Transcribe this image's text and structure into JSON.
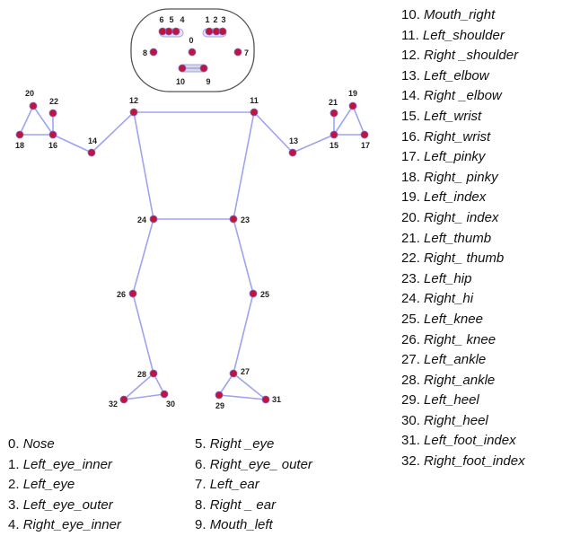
{
  "colors": {
    "line": "#9ea3f2",
    "joint": "#c0143a",
    "face_outline": "#555555"
  },
  "landmarks": [
    {
      "id": "0",
      "name": "Nose"
    },
    {
      "id": "1",
      "name": "Left_eye_inner"
    },
    {
      "id": "2",
      "name": "Left_eye"
    },
    {
      "id": "3",
      "name": "Left_eye_outer"
    },
    {
      "id": "4",
      "name": "Right_eye_inner"
    },
    {
      "id": "5",
      "name": "Right _eye"
    },
    {
      "id": "6",
      "name": "Right_eye_ outer"
    },
    {
      "id": "7",
      "name": "Left_ear"
    },
    {
      "id": "8",
      "name": "Right _ ear"
    },
    {
      "id": "9",
      "name": "Mouth_left"
    },
    {
      "id": "10",
      "name": "Mouth_right"
    },
    {
      "id": "11",
      "name": "Left_shoulder"
    },
    {
      "id": "12",
      "name": "Right _shoulder"
    },
    {
      "id": "13",
      "name": "Left_elbow"
    },
    {
      "id": "14",
      "name": "Right _elbow"
    },
    {
      "id": "15",
      "name": "Left_wrist"
    },
    {
      "id": "16",
      "name": "Right_wrist"
    },
    {
      "id": "17",
      "name": "Left_pinky"
    },
    {
      "id": "18",
      "name": "Right_ pinky"
    },
    {
      "id": "19",
      "name": "Left_index"
    },
    {
      "id": "20",
      "name": "Right_ index"
    },
    {
      "id": "21",
      "name": "Left_thumb"
    },
    {
      "id": "22",
      "name": "Right_ thumb"
    },
    {
      "id": "23",
      "name": "Left_hip"
    },
    {
      "id": "24",
      "name": "Right_hi"
    },
    {
      "id": "25",
      "name": "Left_knee"
    },
    {
      "id": "26",
      "name": "Right_ knee"
    },
    {
      "id": "27",
      "name": "Left_ankle"
    },
    {
      "id": "28",
      "name": "Right_ankle"
    },
    {
      "id": "29",
      "name": "Left_heel"
    },
    {
      "id": "30",
      "name": "Right_heel"
    },
    {
      "id": "31",
      "name": "Left_foot_index"
    },
    {
      "id": "32",
      "name": "Right_foot_index"
    }
  ],
  "connections": [
    [
      11,
      12
    ],
    [
      11,
      13
    ],
    [
      13,
      15
    ],
    [
      15,
      17
    ],
    [
      15,
      19
    ],
    [
      15,
      21
    ],
    [
      17,
      19
    ],
    [
      12,
      14
    ],
    [
      14,
      16
    ],
    [
      16,
      18
    ],
    [
      16,
      20
    ],
    [
      16,
      22
    ],
    [
      18,
      20
    ],
    [
      11,
      23
    ],
    [
      12,
      24
    ],
    [
      23,
      24
    ],
    [
      23,
      25
    ],
    [
      25,
      27
    ],
    [
      27,
      29
    ],
    [
      27,
      31
    ],
    [
      29,
      31
    ],
    [
      24,
      26
    ],
    [
      26,
      28
    ],
    [
      28,
      30
    ],
    [
      28,
      32
    ],
    [
      30,
      32
    ],
    [
      1,
      2
    ],
    [
      2,
      3
    ],
    [
      4,
      5
    ],
    [
      5,
      6
    ],
    [
      9,
      10
    ]
  ]
}
